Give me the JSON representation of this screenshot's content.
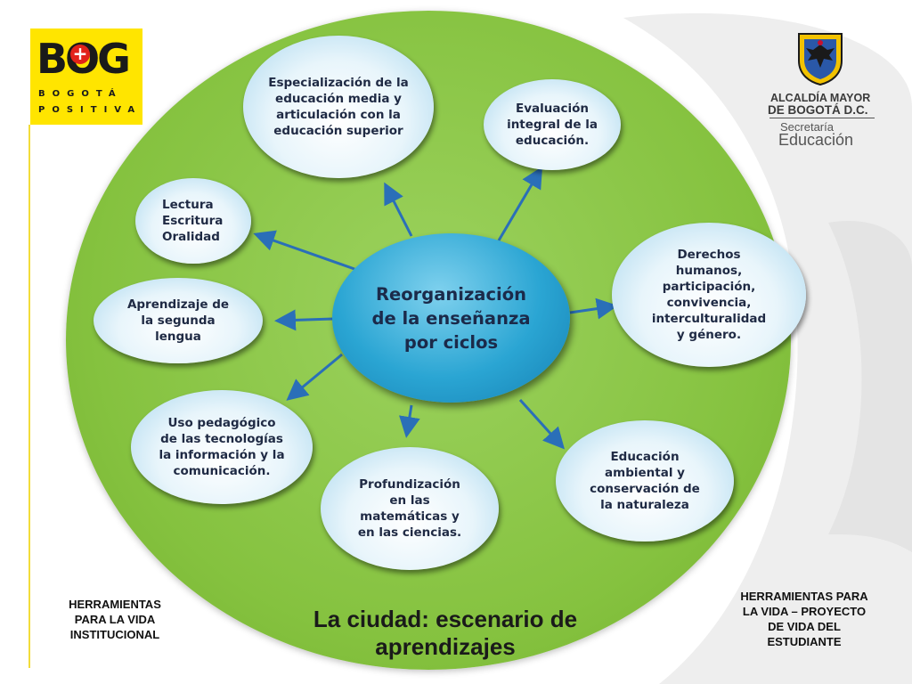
{
  "bog_logo": {
    "mark": "BOG",
    "line1": "BOGOTÁ",
    "line2": "POSITIVA"
  },
  "alcaldia_logo": {
    "line1": "ALCALDÍA MAYOR",
    "line2": "DE BOGOTÁ D.C.",
    "line3": "Secretaría",
    "line4": "Educación"
  },
  "center": {
    "text": "Reorganización de la enseñanza por ciclos"
  },
  "nodes": [
    {
      "id": "especializacion",
      "text": "Especialización de la educación media y articulación con la educación superior"
    },
    {
      "id": "evaluacion",
      "text": "Evaluación integral de la educación."
    },
    {
      "id": "lectura",
      "text": "Lectura Escritura Oralidad"
    },
    {
      "id": "derechos",
      "text": "Derechos humanos, participación, convivencia, interculturalidad y género."
    },
    {
      "id": "aprendizaje",
      "text": "Aprendizaje de la segunda lengua"
    },
    {
      "id": "uso-tic",
      "text": "Uso pedagógico de las tecnologías la información y la comunicación."
    },
    {
      "id": "profundizacion",
      "text": "Profundización en las matemáticas y en las ciencias."
    },
    {
      "id": "ambiental",
      "text": "Educación ambiental y conservación de la naturaleza"
    }
  ],
  "title": "La ciudad: escenario de aprendizajes",
  "footer_left": "HERRAMIENTAS PARA LA VIDA INSTITUCIONAL",
  "footer_right": "HERRAMIENTAS PARA LA VIDA – PROYECTO DE VIDA DEL ESTUDIANTE",
  "colors": {
    "disc": "#85c23f",
    "center": "#2aa5d3",
    "arrow": "#2a6fb8",
    "bog_yellow": "#ffe500"
  }
}
